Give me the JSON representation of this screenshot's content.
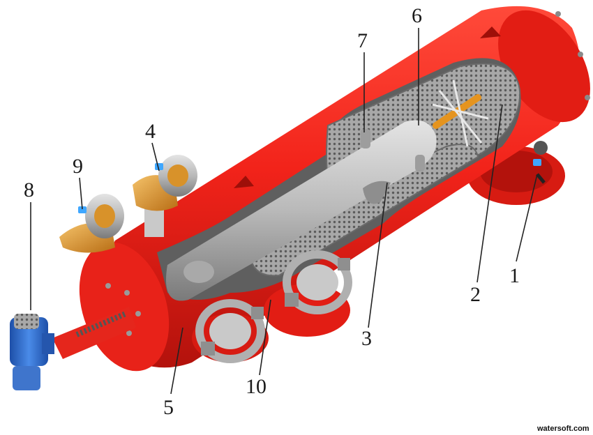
{
  "figure": {
    "labels": [
      {
        "id": "1",
        "text": "1"
      },
      {
        "id": "2",
        "text": "2"
      },
      {
        "id": "3",
        "text": "3"
      },
      {
        "id": "4",
        "text": "4"
      },
      {
        "id": "5",
        "text": "5"
      },
      {
        "id": "6",
        "text": "6"
      },
      {
        "id": "7",
        "text": "7"
      },
      {
        "id": "8",
        "text": "8"
      },
      {
        "id": "9",
        "text": "9"
      },
      {
        "id": "10",
        "text": "10"
      }
    ],
    "watermark": "watersoft.com"
  },
  "colors": {
    "housing_red": "#f2231a",
    "housing_dark": "#b3120c",
    "screen_grey": "#9a9a9a",
    "brass": "#d8922a",
    "motor_blue": "#2f6fd0",
    "steel": "#c9c9c9"
  }
}
